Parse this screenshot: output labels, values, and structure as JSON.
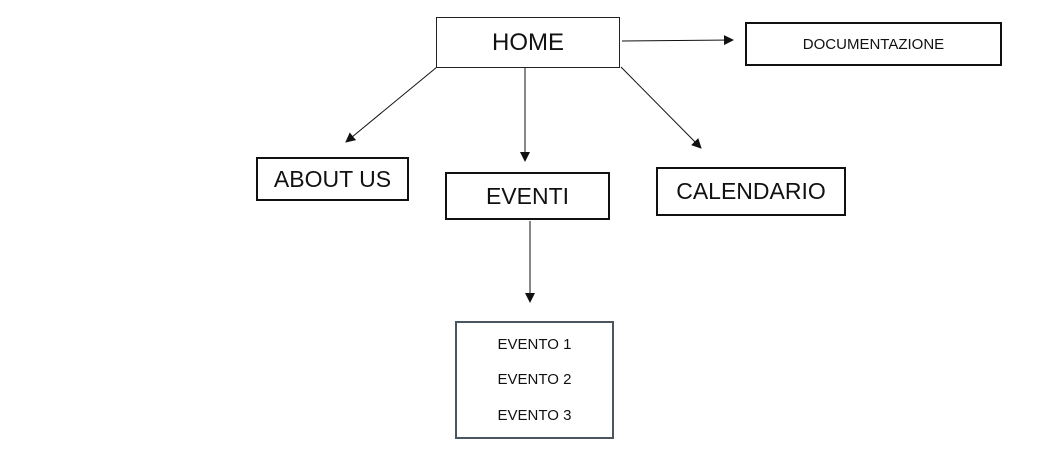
{
  "diagram": {
    "nodes": {
      "home": "HOME",
      "documentazione": "DOCUMENTAZIONE",
      "about_us": "ABOUT US",
      "eventi": "EVENTI",
      "calendario": "CALENDARIO",
      "eventi_list": [
        "EVENTO 1",
        "EVENTO 2",
        "EVENTO 3"
      ]
    },
    "edges": [
      {
        "from": "home",
        "to": "documentazione"
      },
      {
        "from": "home",
        "to": "about_us"
      },
      {
        "from": "home",
        "to": "eventi"
      },
      {
        "from": "home",
        "to": "calendario"
      },
      {
        "from": "eventi",
        "to": "eventi_list"
      }
    ]
  }
}
